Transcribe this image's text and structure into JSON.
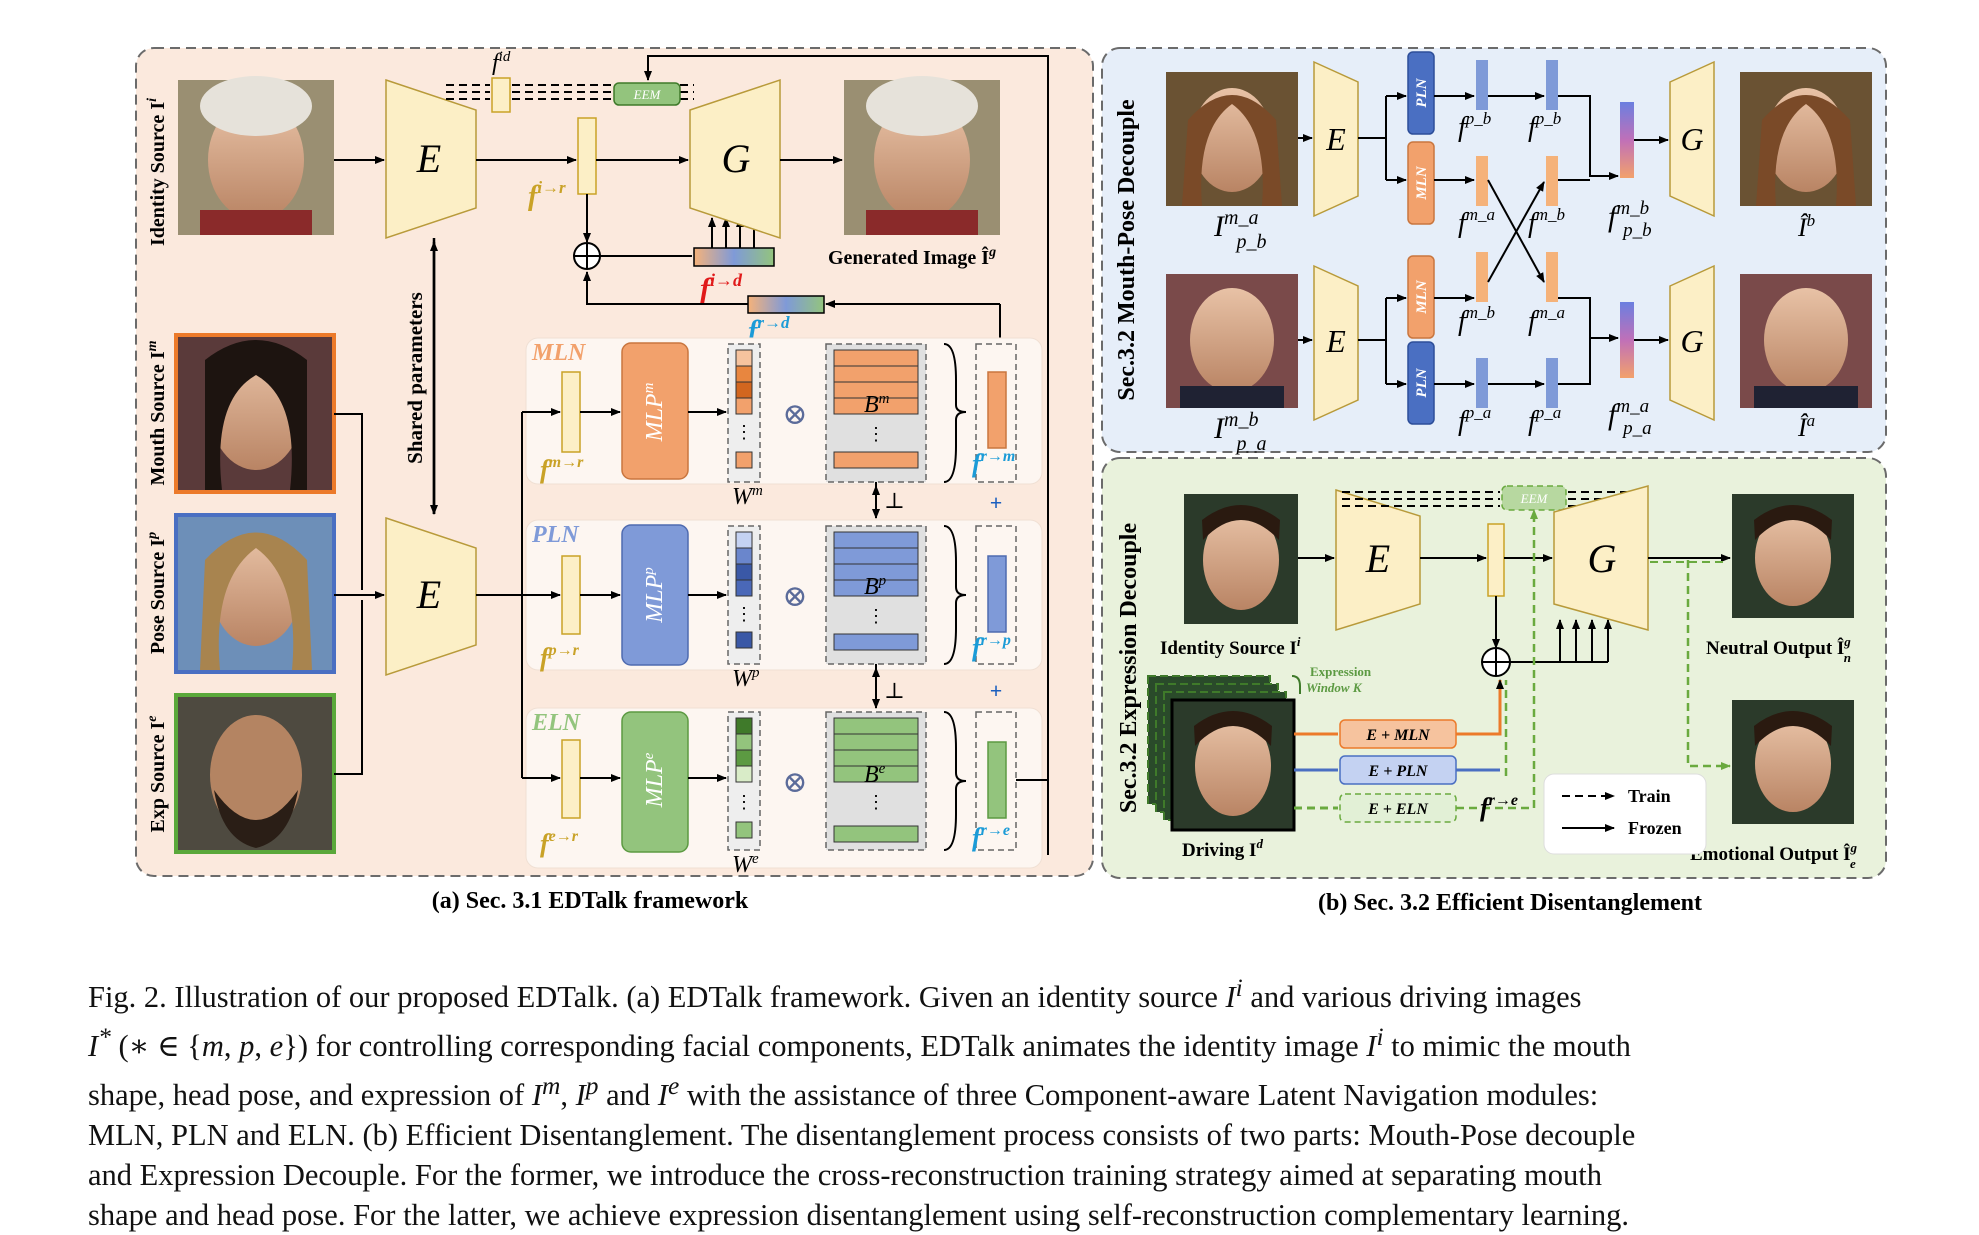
{
  "panel_a": {
    "title": "(a) Sec. 3.1 EDTalk framework",
    "identity_label": "Identity Source I",
    "identity_sup": "i",
    "mouth_label": "Mouth Source I",
    "mouth_sup": "m",
    "pose_label": "Pose Source I",
    "pose_sup": "p",
    "exp_label": "Exp Source I",
    "exp_sup": "e",
    "encoder": "E",
    "generator": "G",
    "eem": "EEM",
    "f_id": "f",
    "f_id_sup": "id",
    "f_i_r": "f",
    "f_i_r_sup": "i→r",
    "f_i_d": "f",
    "f_i_d_sup": "i→d",
    "f_r_d": "f",
    "f_r_d_sup": "r→d",
    "shared": "Shared parameters",
    "generated": "Generated Image Î",
    "generated_sup": "g",
    "mln": "MLN",
    "pln": "PLN",
    "eln": "ELN",
    "mlp_m": "MLP",
    "mlp_m_sup": "m",
    "mlp_p": "MLP",
    "mlp_p_sup": "p",
    "mlp_e": "MLP",
    "mlp_e_sup": "e",
    "f_m_r": "f",
    "f_m_r_sup": "m→r",
    "f_p_r": "f",
    "f_p_r_sup": "p→r",
    "f_e_r": "f",
    "f_e_r_sup": "e→r",
    "w_m": "W",
    "w_m_sup": "m",
    "w_p": "W",
    "w_p_sup": "p",
    "w_e": "W",
    "w_e_sup": "e",
    "b_m": "B",
    "b_m_sup": "m",
    "b_p": "B",
    "b_p_sup": "p",
    "b_e": "B",
    "b_e_sup": "e",
    "f_r_m": "f",
    "f_r_m_sup": "r→m",
    "f_r_p": "f",
    "f_r_p_sup": "r→p",
    "f_r_e": "f",
    "f_r_e_sup": "r→e",
    "times": "⊗",
    "perp": "⊥",
    "plus": "+",
    "vdots": "⋮"
  },
  "panel_b1": {
    "title": "Sec.3.2 Mouth-Pose Decouple",
    "encoder": "E",
    "generator": "G",
    "pln": "PLN",
    "mln": "MLN",
    "f": "f",
    "pb": "p_b",
    "pa": "p_a",
    "ma": "m_a",
    "mb": "m_b",
    "i_top": "I",
    "i_top_sup": "m_a",
    "i_top_sub": "p_b",
    "i_bot": "I",
    "i_bot_sup": "m_b",
    "i_bot_sub": "p_a",
    "fused_top": "f",
    "fused_top_sup": "m_b",
    "fused_top_sub": "p_b",
    "fused_bot": "f",
    "fused_bot_sup": "m_a",
    "fused_bot_sub": "p_a",
    "out_top": "Î",
    "out_top_sup": "b",
    "out_bot": "Î",
    "out_bot_sup": "a"
  },
  "panel_b2": {
    "title": "Sec.3.2 Expression Decouple",
    "encoder": "E",
    "generator": "G",
    "eem": "EEM",
    "identity": "Identity Source I",
    "identity_sup": "i",
    "window": "Expression",
    "window2": "Window K",
    "driving": "Driving I",
    "driving_sup": "d",
    "e_mln": "E + MLN",
    "e_pln": "E + PLN",
    "e_eln": "E + ELN",
    "f_r_e": "f",
    "f_r_e_sup": "r→e",
    "neutral": "Neutral Output Î",
    "neutral_sup": "g",
    "neutral_sub": "n",
    "emotional": "Emotional Output Î",
    "emotional_sup": "g",
    "emotional_sub": "e",
    "train": "Train",
    "frozen": "Frozen"
  },
  "panel_b_title": "(b) Sec. 3.2 Efficient Disentanglement",
  "caption": {
    "text": "Fig. 2. Illustration of our proposed EDTalk. (a) EDTalk framework. Given an identity source I^i and various driving images I^* (∗ ∈ {m, p, e}) for controlling corresponding facial components, EDTalk animates the identity image I^i to mimic the mouth shape, head pose, and expression of I^m, I^p and I^e with the assistance of three Component-aware Latent Navigation modules: MLN, PLN and ELN. (b) Efficient Disentanglement. The disentanglement process consists of two parts: Mouth-Pose decouple and Expression Decouple. For the former, we introduce the cross-reconstruction training strategy aimed at separating mouth shape and head pose. For the latter, we achieve expression disentanglement using self-reconstruction complementary learning.",
    "line1_a": "Fig. 2. Illustration of our proposed EDTalk. (a) EDTalk framework. Given an identity source",
    "line1_b": "and various driving images",
    "line2_b": "for controlling corresponding facial components, EDTalk animates the identity image",
    "line2_c": "to mimic the mouth",
    "line3_a": "shape, head pose, and expression of",
    "line3_b": "and",
    "line3_c": "with the assistance of three Component-aware Latent Navigation modules:",
    "line4": "MLN, PLN and ELN. (b) Efficient Disentanglement. The disentanglement process consists of two parts: Mouth-Pose decouple",
    "line5": "and Expression Decouple. For the former, we introduce the cross-reconstruction training strategy aimed at separating mouth",
    "line6": "shape and head pose. For the latter, we achieve expression disentanglement using self-reconstruction complementary learning."
  },
  "colors": {
    "panel_a_bg": "#fbe9dd",
    "panel_b1_bg": "#e6eef9",
    "panel_b2_bg": "#e9f2dc",
    "yellow": "#fcefc6",
    "orange": "#f2a16c",
    "blue": "#7f9ad8",
    "green": "#93c47d",
    "red": "#e01a1a",
    "cyan": "#1b9bd7",
    "gold": "#c9a227"
  },
  "icons": {
    "add": "circle-plus-icon",
    "multiply": "circled-times-icon"
  }
}
